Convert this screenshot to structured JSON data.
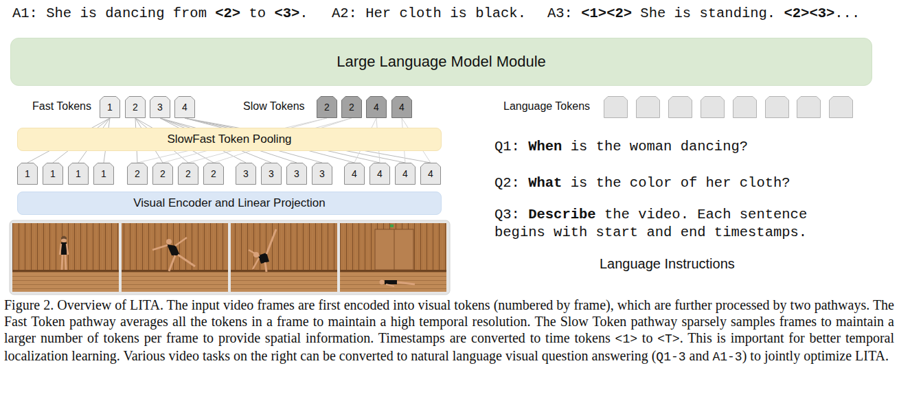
{
  "diagram": {
    "caption": "Figure 2. Overview of LITA. The input video frames are first encoded into visual tokens (numbered by frame), which are further processed by two pathways. The Fast Token pathway averages all the tokens in a frame to maintain a high temporal resolution. The Slow Token pathway sparsely samples frames to maintain a larger number of tokens per frame to provide spatial information. Timestamps are converted to time tokens <1> to <T>. This is important for better temporal localization learning. Various video tasks on the right can be converted to natural language visual question answering (Q1-3 and A1-3) to jointly optimize LITA.",
    "nodes": [
      {
        "text": [
          "Large Language Model Module"
        ]
      },
      {
        "text": [
          "1"
        ]
      },
      {
        "text": [
          "2"
        ]
      },
      {
        "text": [
          "3"
        ]
      },
      {
        "text": [
          "4"
        ]
      },
      {
        "text": [
          "2"
        ]
      },
      {
        "text": [
          "2"
        ]
      },
      {
        "text": [
          "4"
        ]
      },
      {
        "text": [
          "4"
        ]
      },
      {
        "text": [
          "SlowFast Token Pooling"
        ]
      },
      {
        "text": [
          "1"
        ]
      },
      {
        "text": [
          "1"
        ]
      },
      {
        "text": [
          "1"
        ]
      },
      {
        "text": [
          "1"
        ]
      },
      {
        "text": [
          "2"
        ]
      },
      {
        "text": [
          "2"
        ]
      },
      {
        "text": [
          "2"
        ]
      },
      {
        "text": [
          "2"
        ]
      },
      {
        "text": [
          "3"
        ]
      },
      {
        "text": [
          "3"
        ]
      },
      {
        "text": [
          "3"
        ]
      },
      {
        "text": [
          "3"
        ]
      },
      {
        "text": [
          "4"
        ]
      },
      {
        "text": [
          "4"
        ]
      },
      {
        "text": [
          "4"
        ]
      },
      {
        "text": [
          "4"
        ]
      },
      {
        "text": [
          "Visual Encoder and Linear Projection"
        ]
      }
    ],
    "edges": [
      {
        "from": 10,
        "to": 1,
        "arrow": "none"
      },
      {
        "from": 11,
        "to": 1,
        "arrow": "none"
      },
      {
        "from": 12,
        "to": 1,
        "arrow": "none"
      },
      {
        "from": 13,
        "to": 1,
        "arrow": "none"
      },
      {
        "from": 14,
        "to": 2,
        "arrow": "none"
      },
      {
        "from": 15,
        "to": 2,
        "arrow": "none"
      },
      {
        "from": 16,
        "to": 2,
        "arrow": "none"
      },
      {
        "from": 17,
        "to": 2,
        "arrow": "none"
      },
      {
        "from": 18,
        "to": 3,
        "arrow": "none"
      },
      {
        "from": 19,
        "to": 3,
        "arrow": "none"
      },
      {
        "from": 20,
        "to": 3,
        "arrow": "none"
      },
      {
        "from": 21,
        "to": 3,
        "arrow": "none"
      },
      {
        "from": 22,
        "to": 4,
        "arrow": "none"
      },
      {
        "from": 23,
        "to": 4,
        "arrow": "none"
      },
      {
        "from": 24,
        "to": 4,
        "arrow": "none"
      },
      {
        "from": 25,
        "to": 4,
        "arrow": "none"
      },
      {
        "from": 14,
        "to": 5,
        "arrow": "none"
      },
      {
        "from": 15,
        "to": 5,
        "arrow": "none"
      },
      {
        "from": 16,
        "to": 6,
        "arrow": "none"
      },
      {
        "from": 17,
        "to": 6,
        "arrow": "none"
      },
      {
        "from": 22,
        "to": 7,
        "arrow": "none"
      },
      {
        "from": 23,
        "to": 7,
        "arrow": "none"
      },
      {
        "from": 24,
        "to": 8,
        "arrow": "none"
      },
      {
        "from": 25,
        "to": 8,
        "arrow": "none"
      }
    ],
    "labels": [
      "A1: She is dancing from <2> to <3>.",
      "A2: Her cloth is black.",
      "A3: <1><2> She is standing. <2><3>...",
      "Fast Tokens",
      "Slow Tokens",
      "Language Tokens",
      "Q1: When is the woman dancing?",
      "Q2: What is the color of her cloth?",
      "Q3: Describe the video. Each sentence begins with start and end timestamps.",
      "Language Instructions"
    ]
  }
}
